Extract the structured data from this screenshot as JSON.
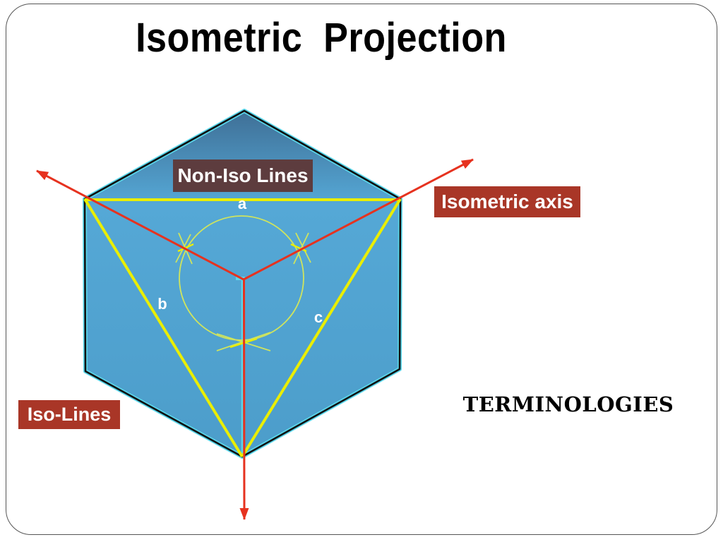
{
  "slide": {
    "title": "Isometric  Projection",
    "section_heading": "TERMINOLOGIES"
  },
  "diagram": {
    "labels": {
      "non_iso_lines": "Non-Iso Lines",
      "isometric_axis": "Isometric axis",
      "iso_lines": "Iso-Lines"
    },
    "point_labels": {
      "a": "a",
      "b": "b",
      "c": "c"
    }
  },
  "theme": {
    "cube_top": "#3f6f96",
    "cube_mid": "#55a8d6",
    "cube_bottom": "#4c9dca",
    "edge_cyan": "#5ad7eb",
    "edge_black": "#0f0f0f",
    "axis_red": "#e6321f",
    "iso_yellow": "#eaee00",
    "circle_green": "#cfe45e",
    "box_dark_maroon": "#5d3c3e",
    "box_brick_red": "#a93627",
    "box_text": "#ffffff",
    "border_gray": "#555555"
  }
}
